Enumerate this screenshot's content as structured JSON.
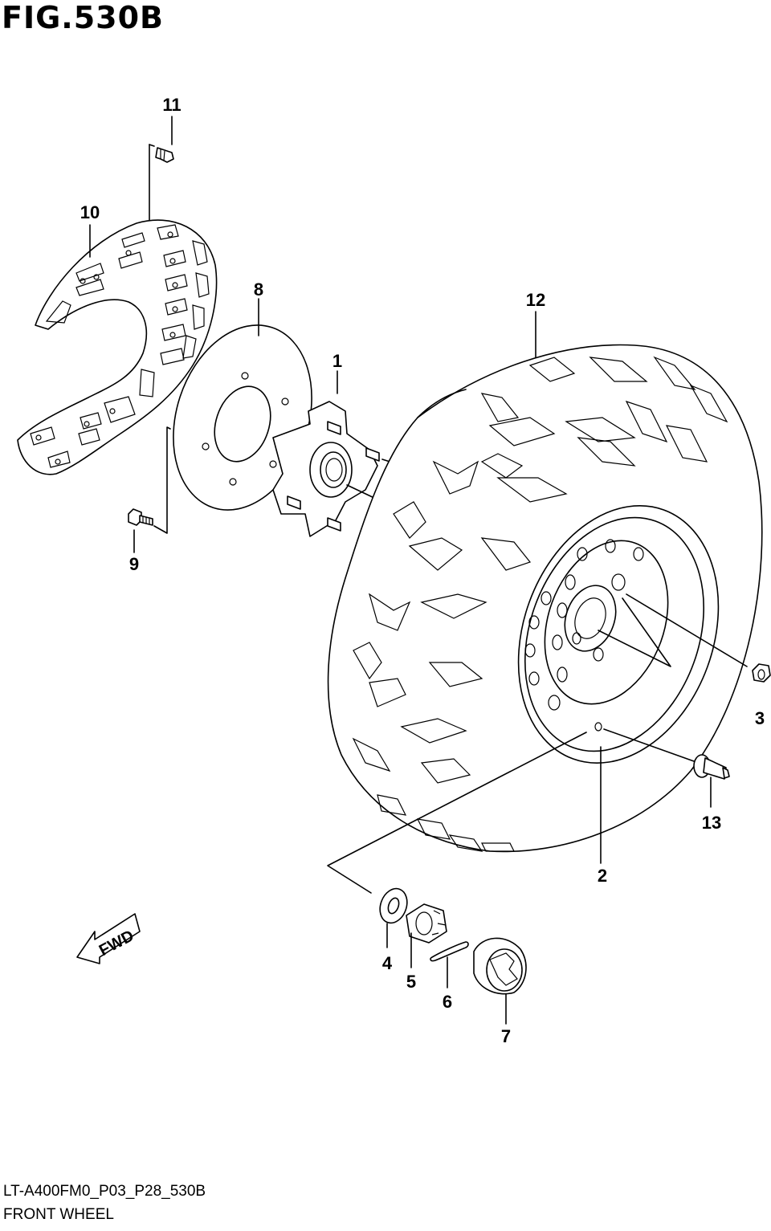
{
  "figure": {
    "title": "FIG.530B",
    "model_code": "LT-A400FM0_P03_P28_530B",
    "caption": "FRONT WHEEL"
  },
  "callouts": [
    "1",
    "2",
    "3",
    "4",
    "5",
    "6",
    "7",
    "8",
    "9",
    "10",
    "11",
    "12",
    "13"
  ],
  "fwd_label": "FWD"
}
